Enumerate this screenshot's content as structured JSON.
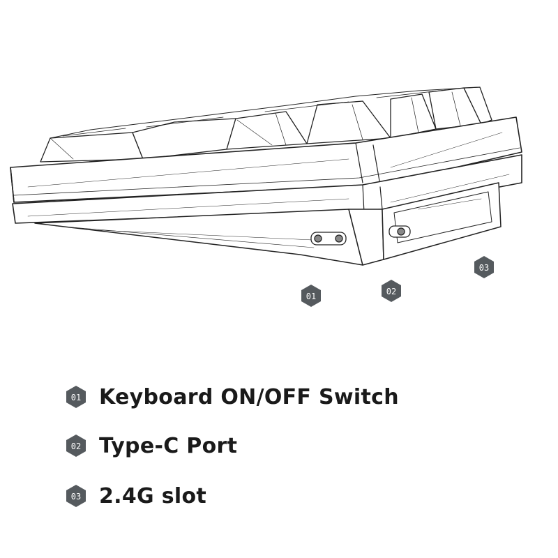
{
  "callouts": [
    {
      "id": "01",
      "label": "Keyboard ON/OFF Switch"
    },
    {
      "id": "02",
      "label": "Type-C Port"
    },
    {
      "id": "03",
      "label": "2.4G slot"
    }
  ],
  "colors": {
    "badge": "#555a5e",
    "badge_text": "#ffffff",
    "line": "#222222",
    "text": "#1a1a1a"
  }
}
